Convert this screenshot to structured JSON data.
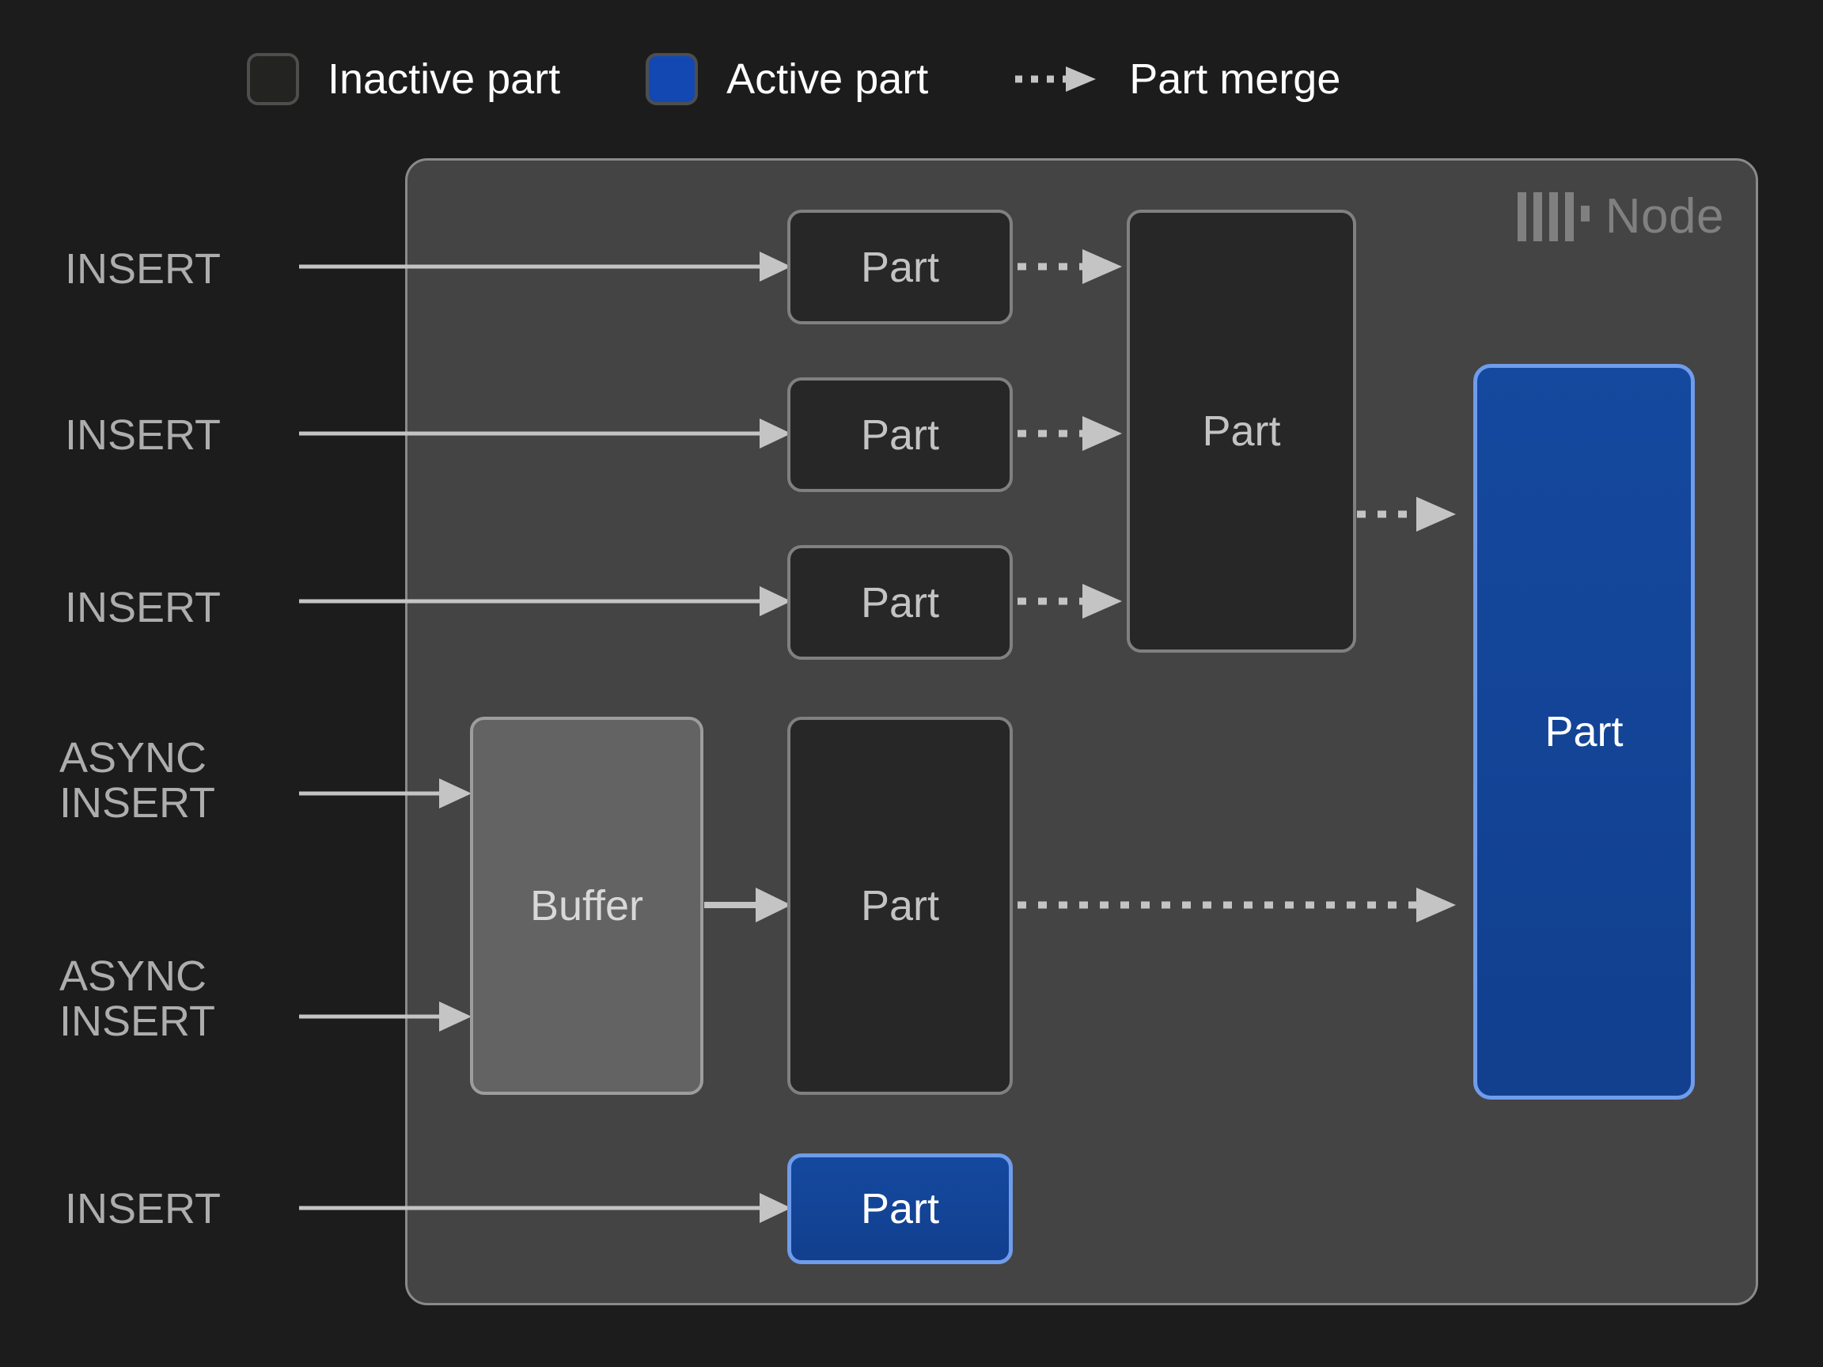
{
  "legend": {
    "items": [
      {
        "id": "inactive-part",
        "label": "Inactive part",
        "swatch": "inactive-part-swatch",
        "color": "#232322"
      },
      {
        "id": "active-part",
        "label": "Active part",
        "swatch": "active-part-swatch",
        "color": "#1348b3"
      },
      {
        "id": "part-merge",
        "label": "Part merge",
        "swatch": "dashed-arrow-icon",
        "color": "#c4c4c4"
      }
    ]
  },
  "node": {
    "title": "Node",
    "logo_icon": "clickhouse-logo-icon",
    "background": "#444444",
    "border": "#8a8a8a"
  },
  "sources": [
    {
      "id": "insert-1",
      "label": "INSERT"
    },
    {
      "id": "insert-2",
      "label": "INSERT"
    },
    {
      "id": "insert-3",
      "label": "INSERT"
    },
    {
      "id": "async-insert-1",
      "label": "ASYNC\nINSERT"
    },
    {
      "id": "async-insert-2",
      "label": "ASYNC\nINSERT"
    },
    {
      "id": "insert-4",
      "label": "INSERT"
    }
  ],
  "boxes": [
    {
      "id": "part-l1",
      "label": "Part",
      "state": "inactive"
    },
    {
      "id": "part-l2",
      "label": "Part",
      "state": "inactive"
    },
    {
      "id": "part-l3",
      "label": "Part",
      "state": "inactive"
    },
    {
      "id": "part-merged",
      "label": "Part",
      "state": "inactive"
    },
    {
      "id": "buffer",
      "label": "Buffer",
      "state": "buffer"
    },
    {
      "id": "part-async",
      "label": "Part",
      "state": "inactive"
    },
    {
      "id": "part-final",
      "label": "Part",
      "state": "active"
    },
    {
      "id": "part-direct",
      "label": "Part",
      "state": "active"
    }
  ],
  "colors": {
    "page_background": "#1c1c1c",
    "inactive_fill": "#272727",
    "inactive_border": "#808080",
    "buffer_fill": "#636363",
    "buffer_border": "#9d9d9d",
    "active_fill": "#1348b3",
    "active_border": "#6f9ceb",
    "connector": "#c4c4c4",
    "text_muted": "#adadad",
    "text_light": "#ffffff"
  }
}
